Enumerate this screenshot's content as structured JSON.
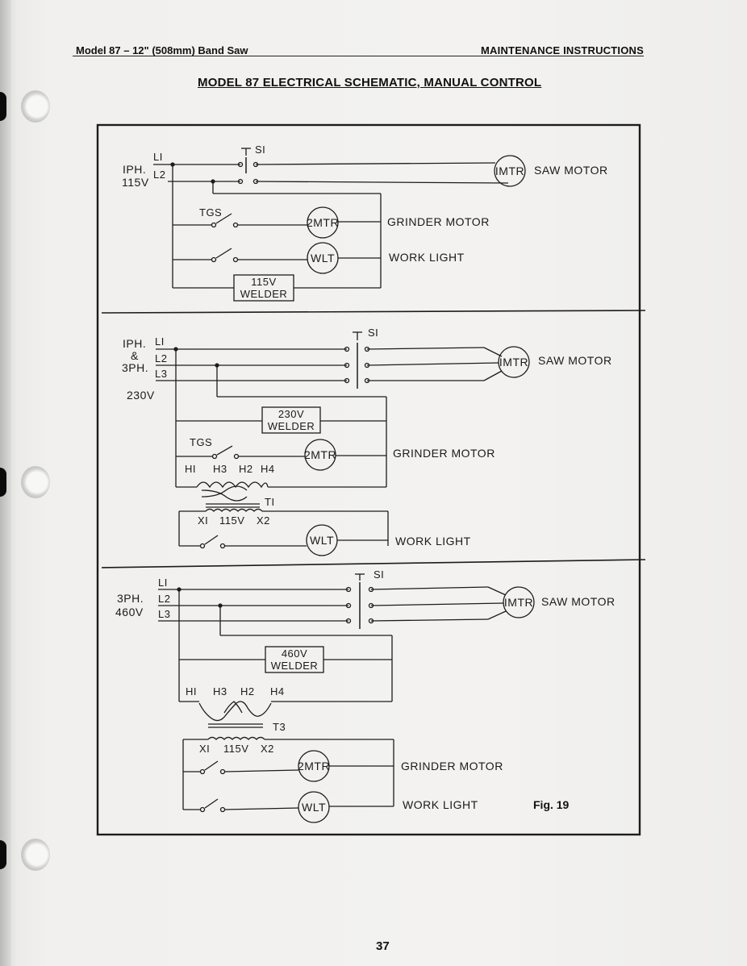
{
  "header": {
    "model": "Model 87 – 12\" (508mm) Band Saw",
    "section": "MAINTENANCE INSTRUCTIONS"
  },
  "title": "MODEL 87 ELECTRICAL SCHEMATIC, MANUAL CONTROL",
  "figure_caption": "Fig. 19",
  "page_number": "37",
  "labels": {
    "switch": "SI",
    "saw_motor_symbol": "IMTR",
    "saw_motor": "SAW MOTOR",
    "grinder_switch": "TGS",
    "grinder_symbol": "2MTR",
    "grinder_motor": "GRINDER MOTOR",
    "light_symbol": "WLT",
    "work_light": "WORK LIGHT",
    "l1": "LI",
    "l2": "L2",
    "l3": "L3",
    "h1": "HI",
    "h2": "H2",
    "h3": "H3",
    "h4": "H4",
    "x1": "XI",
    "x2": "X2",
    "sec_voltage": "115V",
    "welder": "WELDER"
  },
  "sections": [
    {
      "phase": "IPH.",
      "voltage": "115V",
      "welder_voltage": "115V"
    },
    {
      "phase": "IPH.",
      "conj": "&",
      "phase2": "3PH.",
      "voltage": "230V",
      "welder_voltage": "230V",
      "transformer": "TI"
    },
    {
      "phase": "3PH.",
      "voltage": "460V",
      "welder_voltage": "460V",
      "transformer": "T3"
    }
  ]
}
